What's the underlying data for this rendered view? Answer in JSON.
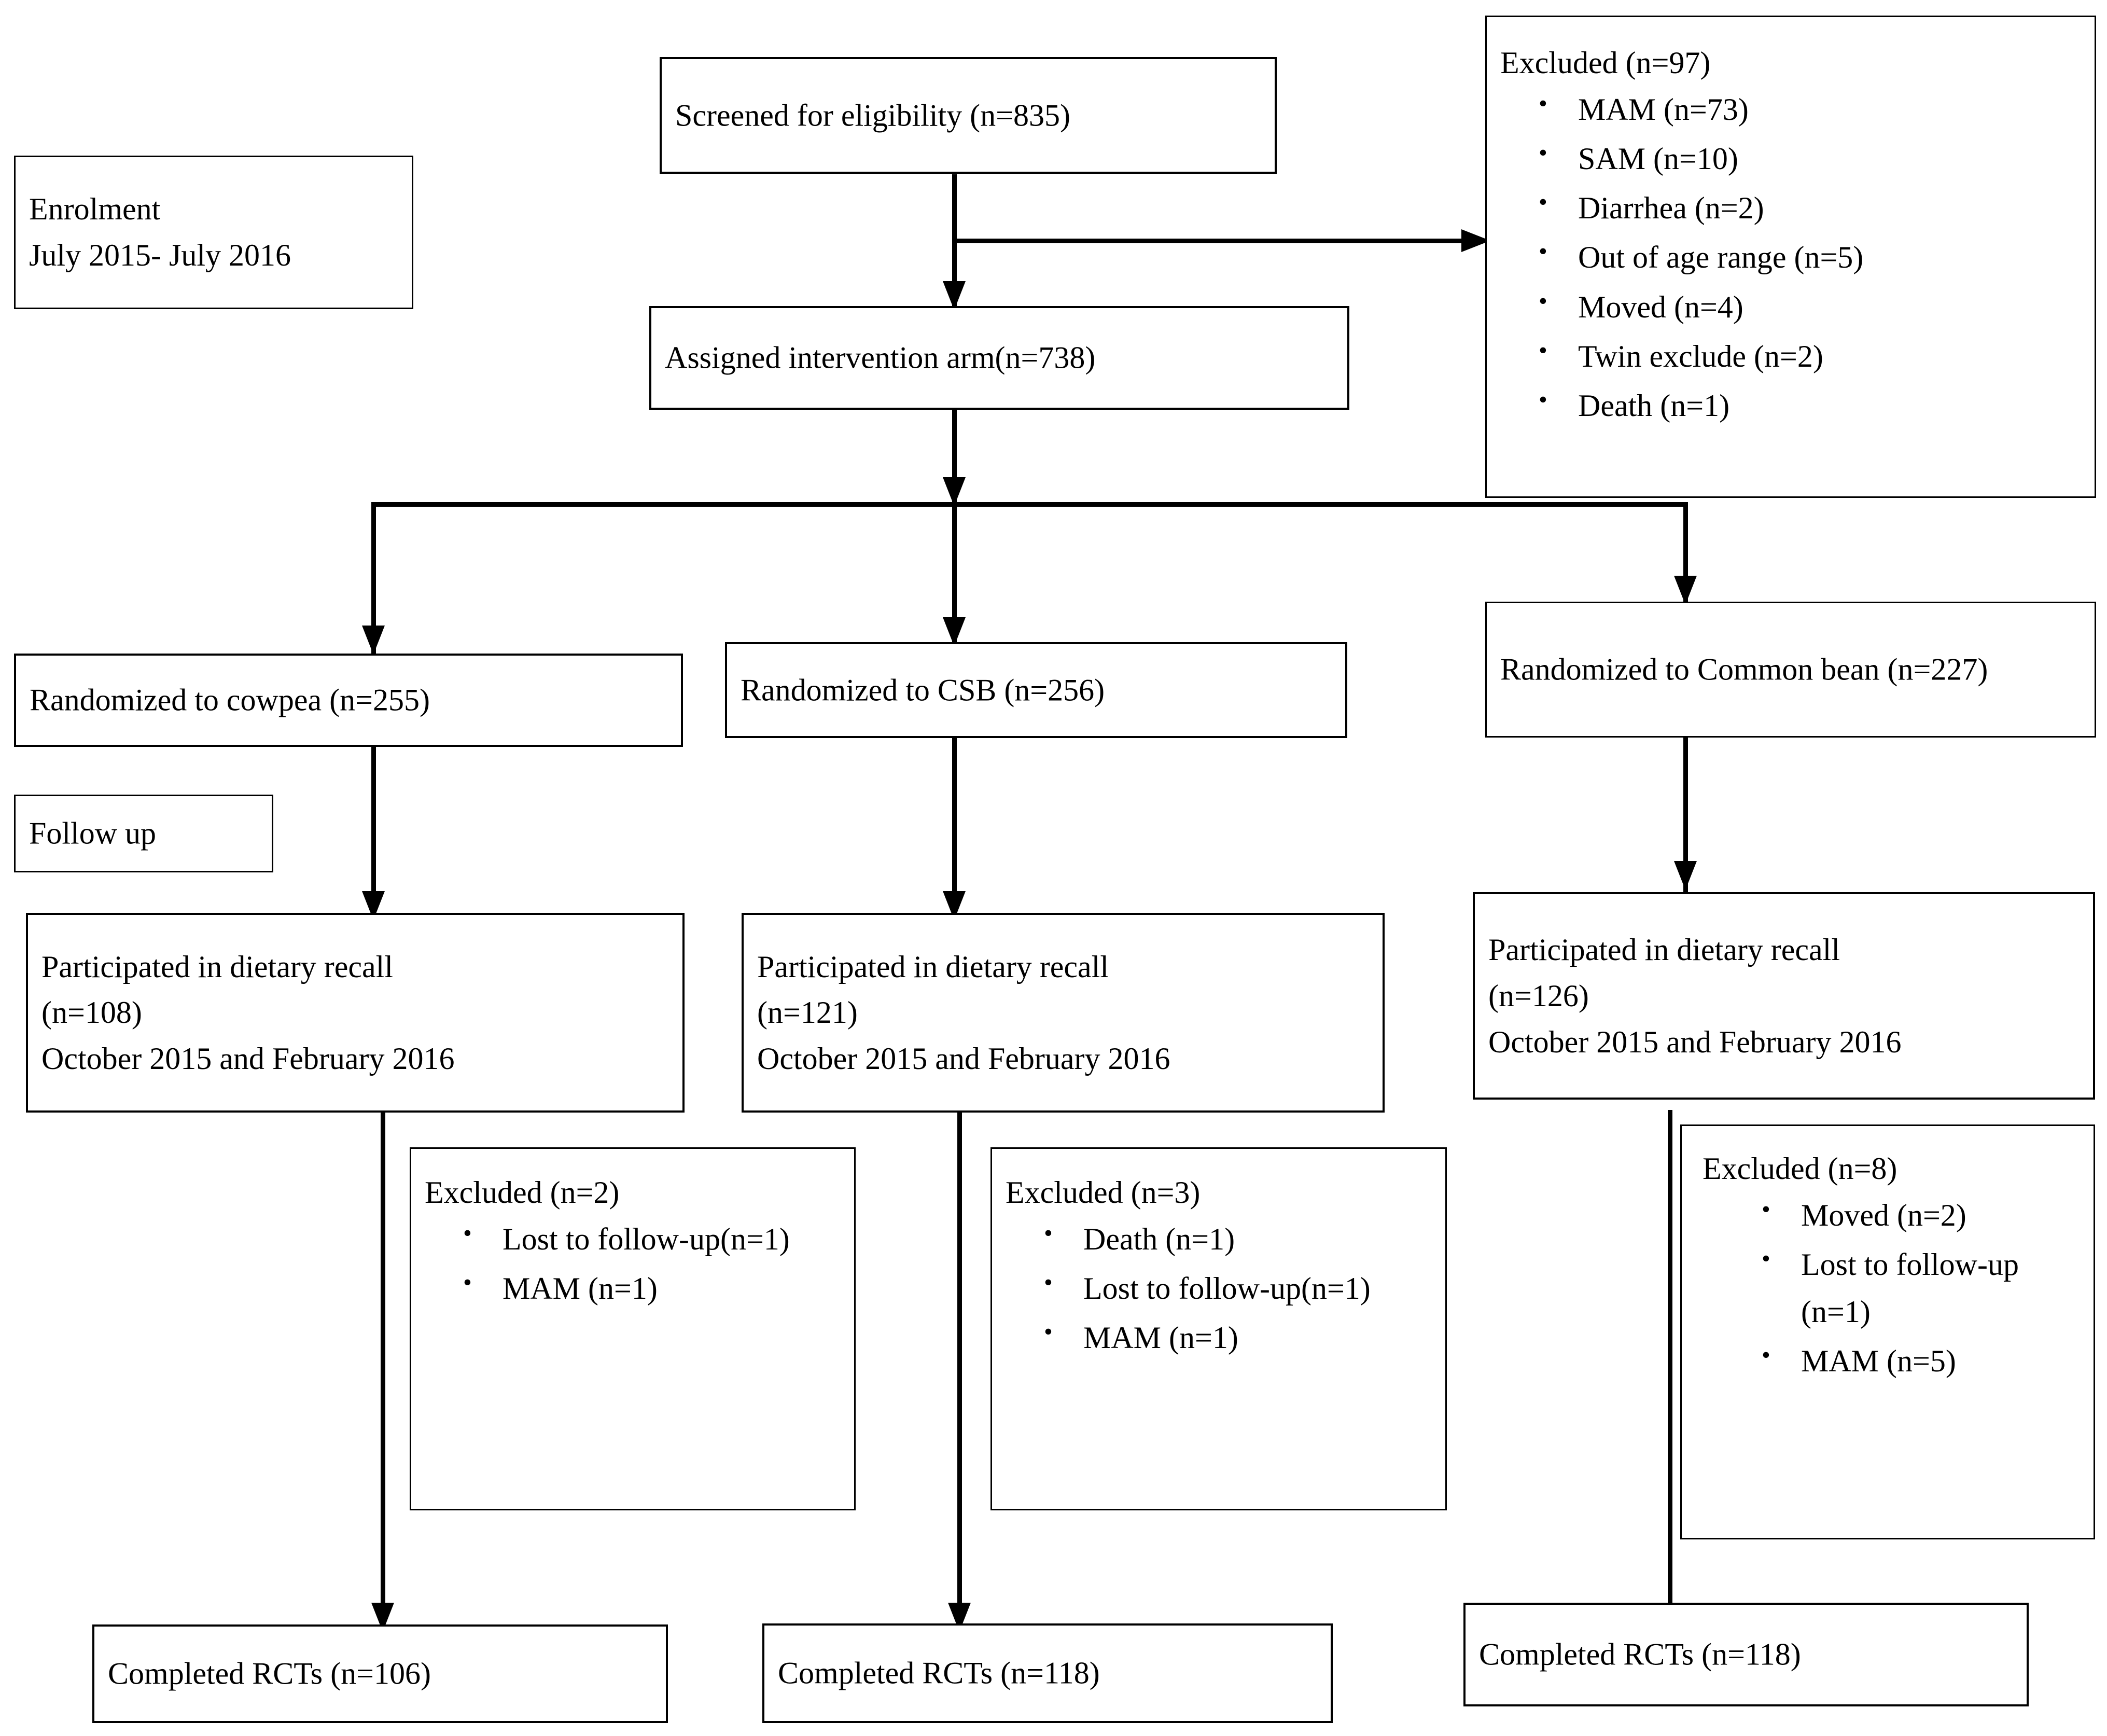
{
  "diagram": {
    "title": "CONSORT participant flow diagram",
    "stages": {
      "enrolment_label": "Enrolment",
      "enrolment_period": "July 2015- July 2016",
      "followup_label": "Follow up"
    },
    "screened": {
      "label": "Screened for eligibility (n=835)"
    },
    "assigned": {
      "label": "Assigned intervention arm(n=738)"
    },
    "excluded_screening": {
      "heading": "Excluded (n=97)",
      "reasons": [
        "MAM (n=73)",
        "SAM (n=10)",
        "Diarrhea (n=2)",
        "Out of age range (n=5)",
        "Moved (n=4)",
        "Twin exclude (n=2)",
        "Death (n=1)"
      ]
    },
    "arms": [
      {
        "randomized": "Randomized to cowpea (n=255)",
        "participated_line1": "Participated in dietary recall",
        "participated_line2": "(n=108)",
        "participated_line3": "October 2015 and February 2016",
        "excluded_heading": "Excluded (n=2)",
        "excluded_reasons": [
          "Lost to follow-up(n=1)",
          "MAM (n=1)"
        ],
        "completed": "Completed RCTs (n=106)"
      },
      {
        "randomized": "Randomized to CSB (n=256)",
        "participated_line1": "Participated in dietary recall",
        "participated_line2": "(n=121)",
        "participated_line3": "October 2015 and February 2016",
        "excluded_heading": "Excluded (n=3)",
        "excluded_reasons": [
          "Death (n=1)",
          "Lost to follow-up(n=1)",
          "MAM (n=1)"
        ],
        "completed": "Completed RCTs (n=118)"
      },
      {
        "randomized": "Randomized to Common bean (n=227)",
        "participated_line1": "Participated in dietary recall",
        "participated_line2": "(n=126)",
        "participated_line3": "October 2015 and February 2016",
        "excluded_heading": "Excluded (n=8)",
        "excluded_reasons": [
          "Moved (n=2)",
          "Lost to follow-up (n=1)",
          "MAM (n=5)"
        ],
        "completed": "Completed RCTs (n=118)"
      }
    ],
    "colors": {
      "stroke": "#000000",
      "background": "#ffffff",
      "text": "#000000"
    }
  }
}
